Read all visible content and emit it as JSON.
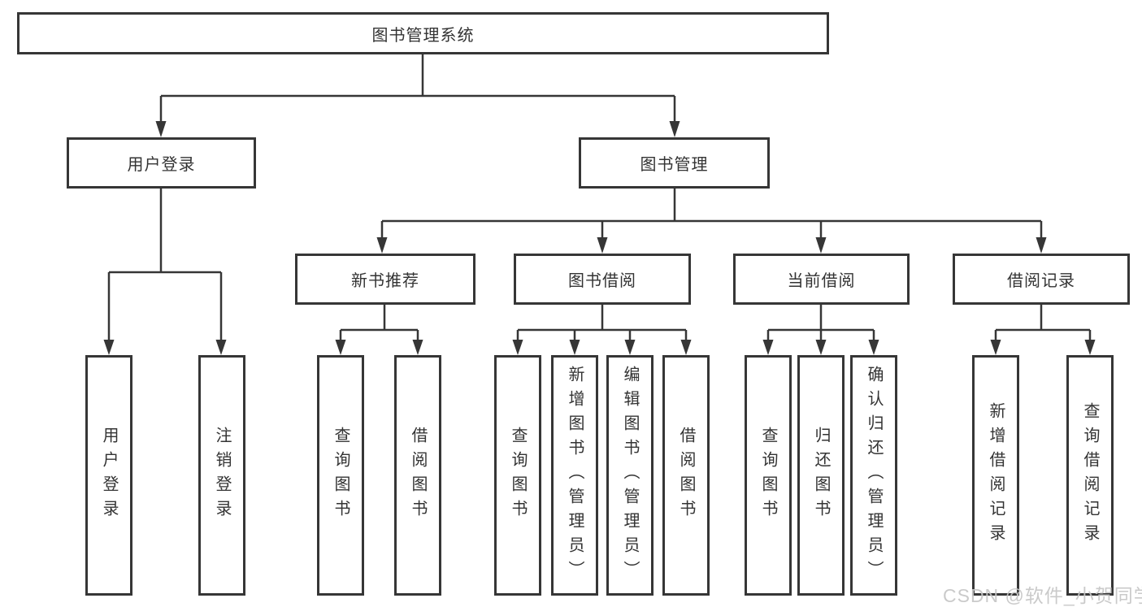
{
  "tree": {
    "root": {
      "label": "图书管理系统"
    },
    "branches": [
      {
        "label": "用户登录",
        "children": [
          {
            "label": "用户登录"
          },
          {
            "label": "注销登录"
          }
        ]
      },
      {
        "label": "图书管理",
        "children": [
          {
            "label": "新书推荐",
            "children": [
              {
                "label": "查询图书"
              },
              {
                "label": "借阅图书"
              }
            ]
          },
          {
            "label": "图书借阅",
            "children": [
              {
                "label": "查询图书"
              },
              {
                "label": "新增图书（管理员）"
              },
              {
                "label": "编辑图书（管理员）"
              },
              {
                "label": "借阅图书"
              }
            ]
          },
          {
            "label": "当前借阅",
            "children": [
              {
                "label": "查询图书"
              },
              {
                "label": "归还图书"
              },
              {
                "label": "确认归还（管理员）"
              }
            ]
          },
          {
            "label": "借阅记录",
            "children": [
              {
                "label": "新增借阅记录"
              },
              {
                "label": "查询借阅记录"
              }
            ]
          }
        ]
      }
    ]
  },
  "watermark": {
    "text": "CSDN @软件_小贺同学"
  },
  "colors": {
    "line": "#363636",
    "text": "#333333",
    "watermark": "#c6c6c6",
    "background": "#ffffff"
  }
}
